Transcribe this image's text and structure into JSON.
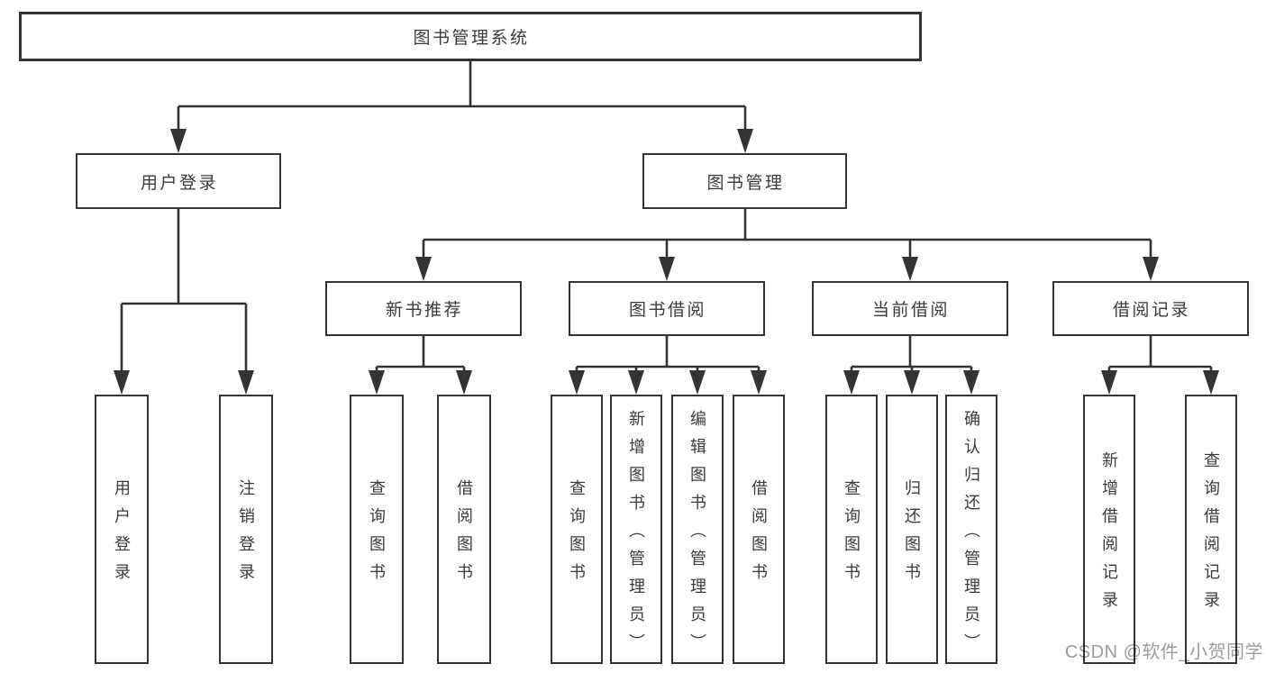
{
  "colors": {
    "line": "#333333",
    "text": "#3a3a3a",
    "background": "#ffffff",
    "watermark": "#9c9c9c"
  },
  "tree": {
    "label": "图书管理系统",
    "children": [
      {
        "label": "用户登录",
        "children": [
          {
            "label": "用户登录"
          },
          {
            "label": "注销登录"
          }
        ]
      },
      {
        "label": "图书管理",
        "children": [
          {
            "label": "新书推荐",
            "children": [
              {
                "label": "查询图书"
              },
              {
                "label": "借阅图书"
              }
            ]
          },
          {
            "label": "图书借阅",
            "children": [
              {
                "label": "查询图书"
              },
              {
                "label": "新增图书（管理员）"
              },
              {
                "label": "编辑图书（管理员）"
              },
              {
                "label": "借阅图书"
              }
            ]
          },
          {
            "label": "当前借阅",
            "children": [
              {
                "label": "查询图书"
              },
              {
                "label": "归还图书"
              },
              {
                "label": "确认归还（管理员）"
              }
            ]
          },
          {
            "label": "借阅记录",
            "children": [
              {
                "label": "新增借阅记录"
              },
              {
                "label": "查询借阅记录"
              }
            ]
          }
        ]
      }
    ]
  },
  "watermark": {
    "text": "CSDN @软件_小贺同学"
  }
}
